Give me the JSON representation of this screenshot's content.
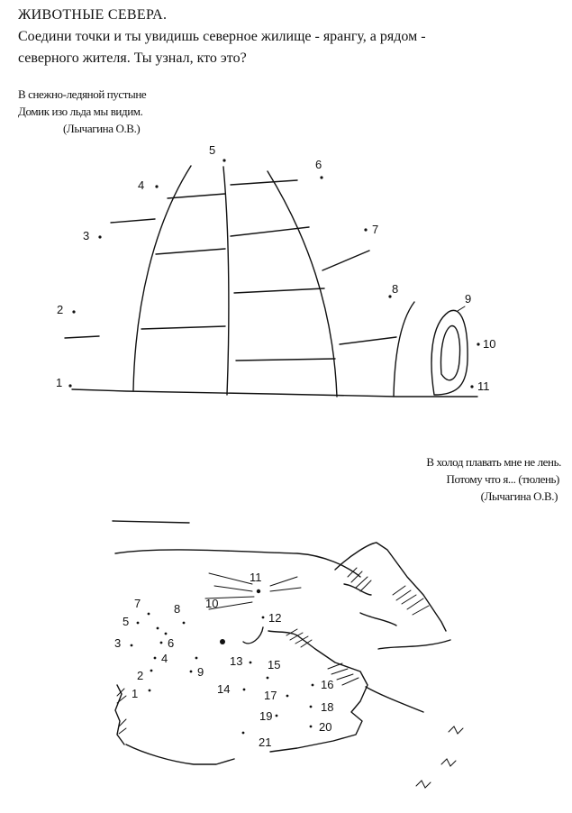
{
  "heading": {
    "title": "ЖИВОТНЫЕ СЕВЕРА.",
    "line1": "Соедини точки и ты увидишь северное жилище - ярангу, а рядом -",
    "line2": "северного жителя. Ты узнал, кто это?"
  },
  "poem1": {
    "line1": "В снежно-ледяной пустыне",
    "line2": "Домик изо льда мы видим.",
    "author": "(Лычагина  О.В.)"
  },
  "poem2": {
    "line1": "В холод плавать мне не лень.",
    "line2": "Потому что я... (тюлень)",
    "author": "(Лычагина О.В.)"
  },
  "igloo_points": [
    "1",
    "2",
    "3",
    "4",
    "5",
    "6",
    "7",
    "8",
    "9",
    "10",
    "11"
  ],
  "seal_points": [
    "1",
    "2",
    "3",
    "4",
    "5",
    "6",
    "7",
    "8",
    "9",
    "10",
    "11",
    "12",
    "13",
    "14",
    "15",
    "16",
    "17",
    "18",
    "19",
    "20",
    "21"
  ]
}
